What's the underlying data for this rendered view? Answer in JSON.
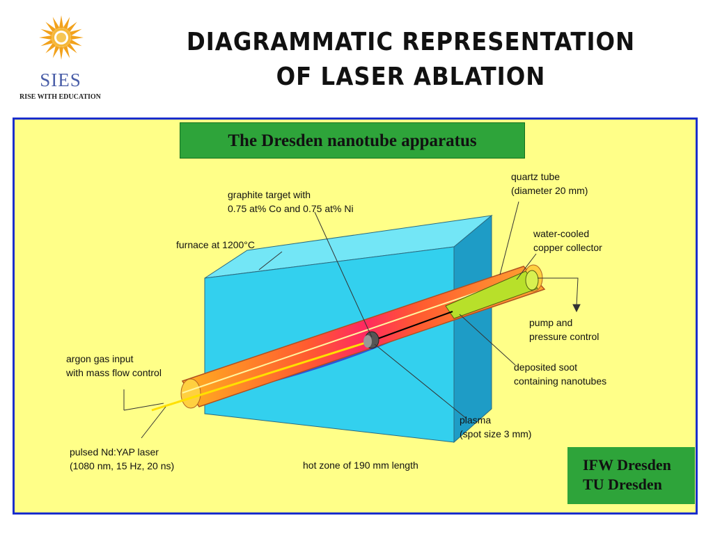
{
  "logo": {
    "name": "SIES",
    "tagline": "RISE WITH EDUCATION",
    "icon": "sun-logo-icon"
  },
  "slide_title": {
    "line1": "Diagrammatic representation",
    "line2": "of laser ablation"
  },
  "diagram": {
    "header": "The Dresden nanotube apparatus",
    "labels": {
      "graphite_target_1": "graphite target with",
      "graphite_target_2": "0.75 at% Co and 0.75 at% Ni",
      "quartz_tube_1": "quartz tube",
      "quartz_tube_2": "(diameter 20 mm)",
      "water_cooled_1": "water-cooled",
      "water_cooled_2": "copper collector",
      "furnace": "furnace at 1200°C",
      "pump_1": "pump and",
      "pump_2": "pressure control",
      "argon_1": "argon gas input",
      "argon_2": "with mass flow control",
      "soot_1": "deposited soot",
      "soot_2": "containing nanotubes",
      "plasma_1": "plasma",
      "plasma_2": "(spot size 3 mm)",
      "laser_1": "pulsed Nd:YAP laser",
      "laser_2": "(1080 nm, 15 Hz, 20 ns)",
      "hot_zone": "hot zone of 190 mm length"
    },
    "institutions": {
      "line1": "IFW Dresden",
      "line2": "TU Dresden"
    },
    "colors": {
      "background": "#ffff88",
      "border": "#1a2ecc",
      "header_bg": "#2ea43a",
      "furnace": "#33d0ee"
    }
  }
}
